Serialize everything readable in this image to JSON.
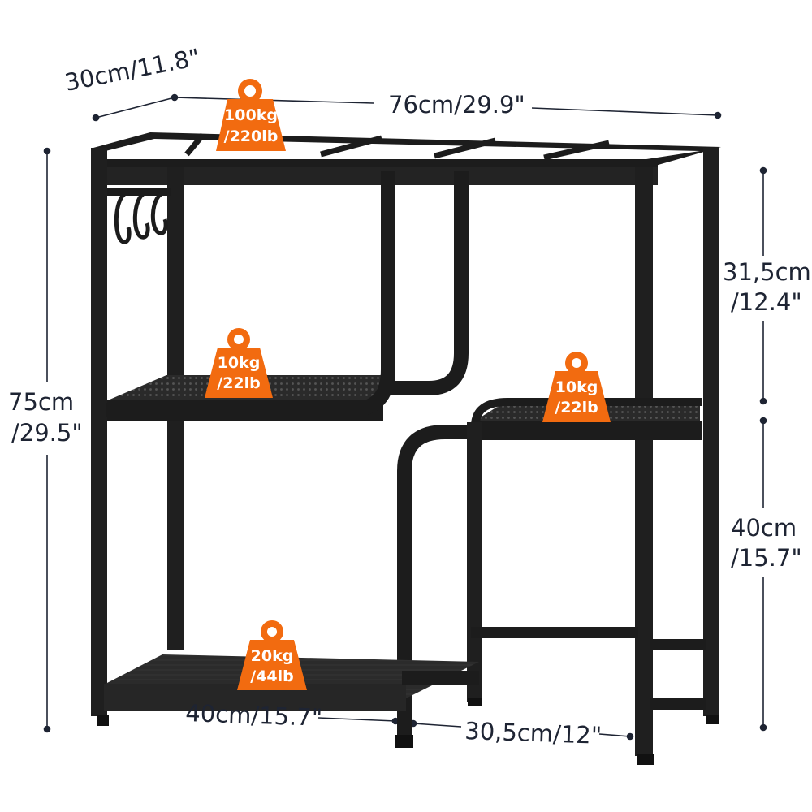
{
  "dimensions": {
    "depth": "30cm/11.8\"",
    "width": "76cm/29.9\"",
    "total_height": [
      "75cm",
      "/29.5\""
    ],
    "upper_height": [
      "31,5cm",
      "/12.4\""
    ],
    "lower_height": [
      "40cm",
      "/15.7\""
    ],
    "bottom_width": "40cm/15.7\"",
    "step_width": "30,5cm/12\""
  },
  "weights": {
    "top": [
      "100kg",
      "/220lb"
    ],
    "left_shelf": [
      "10kg",
      "/22lb"
    ],
    "right_shelf": [
      "10kg",
      "/22lb"
    ],
    "bottom": [
      "20kg",
      "/44lb"
    ]
  },
  "colors": {
    "frame": "#1c1c1c",
    "badge": "#f26b10",
    "dimension_line": "#1e2433"
  },
  "icons": [
    "weight-icon",
    "hook-icon"
  ]
}
